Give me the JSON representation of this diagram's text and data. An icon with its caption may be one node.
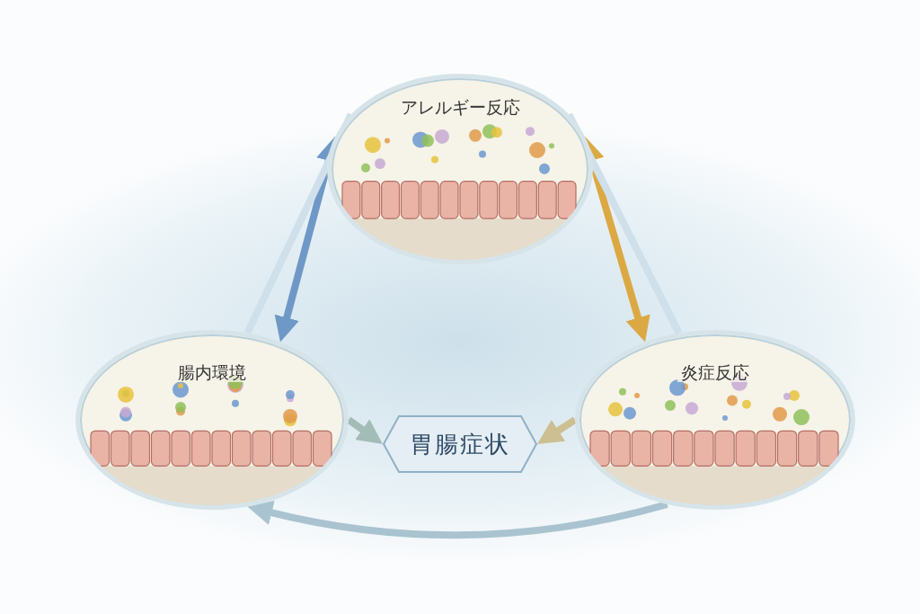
{
  "diagram": {
    "nodes": [
      {
        "text": [
          "アレルギー反応"
        ]
      },
      {
        "text": [
          "腸内環境"
        ]
      },
      {
        "text": [
          "炎症反応"
        ]
      },
      {
        "text": [
          "胃腸症状"
        ]
      }
    ],
    "edges": [
      {
        "from": 0,
        "to": 1,
        "arrow": "both",
        "color": "#6f98c6"
      },
      {
        "from": 0,
        "to": 2,
        "arrow": "both",
        "color": "#dba944"
      },
      {
        "from": 0,
        "to": 1,
        "arrow": "none",
        "color": "#cfe0ea"
      },
      {
        "from": 0,
        "to": 2,
        "arrow": "none",
        "color": "#cfe0ea"
      },
      {
        "from": 1,
        "to": 3,
        "arrow": "to",
        "color": "#a3bdb6"
      },
      {
        "from": 2,
        "to": 3,
        "arrow": "to",
        "color": "#cdbf92"
      },
      {
        "from": 2,
        "to": 1,
        "arrow": "to",
        "color": "#a9c3d0"
      }
    ]
  }
}
